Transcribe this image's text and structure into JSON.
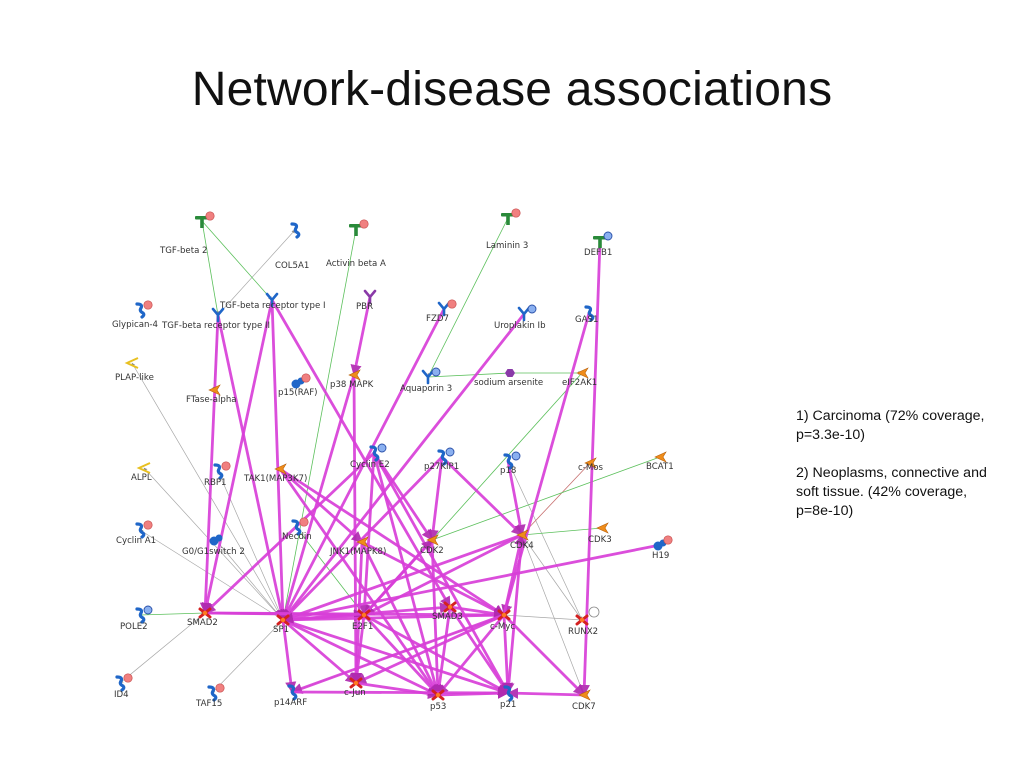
{
  "slide": {
    "title": "Network-disease associations"
  },
  "associations": [
    "1) Carcinoma (72% coverage, p=3.3e-10)",
    "2) Neoplasms, connective and soft tissue. (42% coverage, p=8e-10)"
  ],
  "colors": {
    "strong_edge": "#d83fd8",
    "activation_edge": "#5cc05c",
    "neutral_edge": "#a8a8a8",
    "inhibition_edge": "#c87070",
    "node_blue": "#1f66c8",
    "node_orange": "#ef8c1a",
    "node_red": "#d42020",
    "node_green": "#2a8a3a",
    "node_purple": "#8a3aa8",
    "node_yellow": "#e8c020",
    "marker_pink": "#f08080"
  },
  "network": {
    "nodes": [
      {
        "id": "tgfb2",
        "label": "TGF-beta 2",
        "icon": "green-tee",
        "marker": "red"
      },
      {
        "id": "col5a1",
        "label": "COL5A1",
        "icon": "blue-hook",
        "marker": "none"
      },
      {
        "id": "activinb",
        "label": "Activin beta A",
        "icon": "green-tee",
        "marker": "red"
      },
      {
        "id": "laminin3",
        "label": "Laminin 3",
        "icon": "green-tee",
        "marker": "red"
      },
      {
        "id": "defb1",
        "label": "DEFB1",
        "icon": "green-tee",
        "marker": "blue"
      },
      {
        "id": "tgfbr1",
        "label": "TGF-beta receptor type I",
        "icon": "blue-receptor",
        "marker": "none"
      },
      {
        "id": "glypican4",
        "label": "Glypican-4",
        "icon": "blue-hook",
        "marker": "red"
      },
      {
        "id": "tgfbr2",
        "label": "TGF-beta receptor type II",
        "icon": "blue-receptor",
        "marker": "none"
      },
      {
        "id": "pbr",
        "label": "PBR",
        "icon": "purple-receptor",
        "marker": "none"
      },
      {
        "id": "fzd7",
        "label": "FZD7",
        "icon": "blue-receptor",
        "marker": "red"
      },
      {
        "id": "uroplakin",
        "label": "Uroplakin Ib",
        "icon": "blue-receptor",
        "marker": "blue"
      },
      {
        "id": "gas1",
        "label": "GAS1",
        "icon": "blue-hook",
        "marker": "none"
      },
      {
        "id": "plaplike",
        "label": "PLAP-like",
        "icon": "yellow-chevron",
        "marker": "none"
      },
      {
        "id": "ftasealpha",
        "label": "FTase-alpha",
        "icon": "orange-chevron",
        "marker": "none"
      },
      {
        "id": "p15raf",
        "label": "p15(RAF)",
        "icon": "blue-blob",
        "marker": "red"
      },
      {
        "id": "p38",
        "label": "p38 MAPK",
        "icon": "orange-chevron",
        "marker": "none"
      },
      {
        "id": "aquaporin3",
        "label": "Aquaporin 3",
        "icon": "blue-receptor",
        "marker": "blue"
      },
      {
        "id": "arsenite",
        "label": "sodium arsenite",
        "icon": "purple-hex",
        "marker": "none"
      },
      {
        "id": "eif2ak1",
        "label": "eIF2AK1",
        "icon": "orange-chevron",
        "marker": "none"
      },
      {
        "id": "alpl",
        "label": "ALPL",
        "icon": "yellow-chevron",
        "marker": "none"
      },
      {
        "id": "rbp1",
        "label": "RBP1",
        "icon": "blue-hook",
        "marker": "red"
      },
      {
        "id": "tak1",
        "label": "TAK1(MAP3K7)",
        "icon": "orange-chevron",
        "marker": "none"
      },
      {
        "id": "cycline2",
        "label": "Cyclin E2",
        "icon": "blue-hook",
        "marker": "blue"
      },
      {
        "id": "p27kip1",
        "label": "p27KIP1",
        "icon": "blue-hook",
        "marker": "blue"
      },
      {
        "id": "p18",
        "label": "p18",
        "icon": "blue-hook",
        "marker": "blue"
      },
      {
        "id": "cmos",
        "label": "c-Mos",
        "icon": "orange-chevron",
        "marker": "none"
      },
      {
        "id": "bcat1",
        "label": "BCAT1",
        "icon": "orange-chevron",
        "marker": "none"
      },
      {
        "id": "cyclina1",
        "label": "Cyclin A1",
        "icon": "blue-hook",
        "marker": "red"
      },
      {
        "id": "g0g1switch2",
        "label": "G0/G1switch 2",
        "icon": "blue-blob",
        "marker": "none"
      },
      {
        "id": "necdin",
        "label": "Necdin",
        "icon": "blue-hook",
        "marker": "red"
      },
      {
        "id": "jnk1",
        "label": "JNK1(MAPK8)",
        "icon": "orange-chevron",
        "marker": "none"
      },
      {
        "id": "cdk2",
        "label": "CDK2",
        "icon": "orange-chevron",
        "marker": "none"
      },
      {
        "id": "cdk4",
        "label": "CDK4",
        "icon": "orange-chevron",
        "marker": "none"
      },
      {
        "id": "cdk3",
        "label": "CDK3",
        "icon": "orange-chevron",
        "marker": "none"
      },
      {
        "id": "h19",
        "label": "H19",
        "icon": "blue-blob",
        "marker": "red"
      },
      {
        "id": "pole2",
        "label": "POLE2",
        "icon": "blue-hook",
        "marker": "blue"
      },
      {
        "id": "smad2",
        "label": "SMAD2",
        "icon": "red-x",
        "marker": "none"
      },
      {
        "id": "sp1",
        "label": "SP1",
        "icon": "red-x",
        "marker": "none"
      },
      {
        "id": "e2f1",
        "label": "E2F1",
        "icon": "red-x",
        "marker": "none"
      },
      {
        "id": "smad3",
        "label": "SMAD3",
        "icon": "red-x",
        "marker": "none"
      },
      {
        "id": "cmyc",
        "label": "c-Myc",
        "icon": "red-x",
        "marker": "none"
      },
      {
        "id": "runx2",
        "label": "RUNX2",
        "icon": "red-x",
        "marker": "none"
      },
      {
        "id": "id4",
        "label": "ID4",
        "icon": "blue-hook",
        "marker": "red"
      },
      {
        "id": "taf15",
        "label": "TAF15",
        "icon": "blue-hook",
        "marker": "red"
      },
      {
        "id": "p14arf",
        "label": "p14ARF",
        "icon": "blue-hook",
        "marker": "none"
      },
      {
        "id": "cjun",
        "label": "c-Jun",
        "icon": "red-x",
        "marker": "none"
      },
      {
        "id": "p53",
        "label": "p53",
        "icon": "red-x",
        "marker": "none"
      },
      {
        "id": "p21",
        "label": "p21",
        "icon": "blue-hook",
        "marker": "none"
      },
      {
        "id": "cdk7",
        "label": "CDK7",
        "icon": "orange-chevron",
        "marker": "none"
      }
    ],
    "edges": [
      {
        "from": "tgfbr1",
        "to": "smad2",
        "kind": "strong"
      },
      {
        "from": "tgfbr1",
        "to": "sp1",
        "kind": "strong"
      },
      {
        "from": "tgfbr1",
        "to": "smad3",
        "kind": "strong"
      },
      {
        "from": "tgfbr2",
        "to": "smad2",
        "kind": "strong"
      },
      {
        "from": "tgfbr2",
        "to": "sp1",
        "kind": "strong"
      },
      {
        "from": "pbr",
        "to": "p38",
        "kind": "strong"
      },
      {
        "from": "p38",
        "to": "sp1",
        "kind": "strong"
      },
      {
        "from": "p38",
        "to": "cjun",
        "kind": "strong"
      },
      {
        "from": "fzd7",
        "to": "sp1",
        "kind": "strong"
      },
      {
        "from": "uroplakin",
        "to": "sp1",
        "kind": "strong"
      },
      {
        "from": "defb1",
        "to": "cdk7",
        "kind": "strong"
      },
      {
        "from": "gas1",
        "to": "cmyc",
        "kind": "strong"
      },
      {
        "from": "cycline2",
        "to": "cdk2",
        "kind": "strong"
      },
      {
        "from": "cycline2",
        "to": "smad2",
        "kind": "strong"
      },
      {
        "from": "cycline2",
        "to": "e2f1",
        "kind": "strong"
      },
      {
        "from": "cycline2",
        "to": "p53",
        "kind": "strong"
      },
      {
        "from": "cycline2",
        "to": "p21",
        "kind": "strong"
      },
      {
        "from": "tak1",
        "to": "jnk1",
        "kind": "strong"
      },
      {
        "from": "tak1",
        "to": "p53",
        "kind": "strong"
      },
      {
        "from": "tak1",
        "to": "cmyc",
        "kind": "strong"
      },
      {
        "from": "p27kip1",
        "to": "cdk2",
        "kind": "strong"
      },
      {
        "from": "p27kip1",
        "to": "cdk4",
        "kind": "strong"
      },
      {
        "from": "p27kip1",
        "to": "sp1",
        "kind": "strong"
      },
      {
        "from": "p18",
        "to": "cdk4",
        "kind": "strong"
      },
      {
        "from": "cdk4",
        "to": "sp1",
        "kind": "strong"
      },
      {
        "from": "cdk4",
        "to": "e2f1",
        "kind": "strong"
      },
      {
        "from": "cdk4",
        "to": "p21",
        "kind": "strong"
      },
      {
        "from": "cdk2",
        "to": "p53",
        "kind": "strong"
      },
      {
        "from": "cdk2",
        "to": "e2f1",
        "kind": "strong"
      },
      {
        "from": "jnk1",
        "to": "cjun",
        "kind": "strong"
      },
      {
        "from": "jnk1",
        "to": "p53",
        "kind": "strong"
      },
      {
        "from": "jnk1",
        "to": "cmyc",
        "kind": "strong"
      },
      {
        "from": "smad2",
        "to": "e2f1",
        "kind": "strong"
      },
      {
        "from": "smad2",
        "to": "cmyc",
        "kind": "strong"
      },
      {
        "from": "sp1",
        "to": "e2f1",
        "kind": "strong"
      },
      {
        "from": "sp1",
        "to": "smad3",
        "kind": "strong"
      },
      {
        "from": "sp1",
        "to": "cmyc",
        "kind": "strong"
      },
      {
        "from": "sp1",
        "to": "cjun",
        "kind": "strong"
      },
      {
        "from": "sp1",
        "to": "p53",
        "kind": "strong"
      },
      {
        "from": "sp1",
        "to": "p21",
        "kind": "strong"
      },
      {
        "from": "sp1",
        "to": "p14arf",
        "kind": "strong"
      },
      {
        "from": "e2f1",
        "to": "p53",
        "kind": "strong"
      },
      {
        "from": "e2f1",
        "to": "p21",
        "kind": "strong"
      },
      {
        "from": "e2f1",
        "to": "cjun",
        "kind": "strong"
      },
      {
        "from": "e2f1",
        "to": "cdk2",
        "kind": "strong"
      },
      {
        "from": "smad3",
        "to": "p21",
        "kind": "strong"
      },
      {
        "from": "smad3",
        "to": "p53",
        "kind": "strong"
      },
      {
        "from": "smad3",
        "to": "cmyc",
        "kind": "strong"
      },
      {
        "from": "cmyc",
        "to": "p21",
        "kind": "strong"
      },
      {
        "from": "cmyc",
        "to": "p53",
        "kind": "strong"
      },
      {
        "from": "cmyc",
        "to": "cdk7",
        "kind": "strong"
      },
      {
        "from": "cmyc",
        "to": "cdk4",
        "kind": "strong"
      },
      {
        "from": "cmyc",
        "to": "cjun",
        "kind": "strong"
      },
      {
        "from": "cmyc",
        "to": "p14arf",
        "kind": "strong"
      },
      {
        "from": "h19",
        "to": "sp1",
        "kind": "strong"
      },
      {
        "from": "cdk7",
        "to": "p21",
        "kind": "strong"
      },
      {
        "from": "p53",
        "to": "p21",
        "kind": "strong"
      },
      {
        "from": "cjun",
        "to": "p53",
        "kind": "strong"
      },
      {
        "from": "p14arf",
        "to": "p21",
        "kind": "strong"
      },
      {
        "from": "tgfb2",
        "to": "tgfbr1",
        "kind": "activation"
      },
      {
        "from": "tgfb2",
        "to": "tgfbr2",
        "kind": "activation"
      },
      {
        "from": "activinb",
        "to": "sp1",
        "kind": "activation"
      },
      {
        "from": "laminin3",
        "to": "aquaporin3",
        "kind": "activation"
      },
      {
        "from": "aquaporin3",
        "to": "arsenite",
        "kind": "activation"
      },
      {
        "from": "arsenite",
        "to": "eif2ak1",
        "kind": "activation"
      },
      {
        "from": "eif2ak1",
        "to": "cdk2",
        "kind": "activation"
      },
      {
        "from": "bcat1",
        "to": "cdk2",
        "kind": "activation"
      },
      {
        "from": "cdk3",
        "to": "cdk4",
        "kind": "activation"
      },
      {
        "from": "pole2",
        "to": "smad2",
        "kind": "activation"
      },
      {
        "from": "necdin",
        "to": "e2f1",
        "kind": "activation"
      },
      {
        "from": "tgfbr2",
        "to": "col5a1",
        "kind": "neutral"
      },
      {
        "from": "tgfbr2",
        "to": "ftasealpha",
        "kind": "neutral"
      },
      {
        "from": "sp1",
        "to": "plaplike",
        "kind": "neutral"
      },
      {
        "from": "sp1",
        "to": "alpl",
        "kind": "neutral"
      },
      {
        "from": "sp1",
        "to": "rbp1",
        "kind": "neutral"
      },
      {
        "from": "sp1",
        "to": "cyclina1",
        "kind": "neutral"
      },
      {
        "from": "sp1",
        "to": "g0g1switch2",
        "kind": "neutral"
      },
      {
        "from": "sp1",
        "to": "taf15",
        "kind": "neutral"
      },
      {
        "from": "smad2",
        "to": "id4",
        "kind": "neutral"
      },
      {
        "from": "cdk4",
        "to": "runx2",
        "kind": "neutral"
      },
      {
        "from": "cmyc",
        "to": "runx2",
        "kind": "neutral"
      },
      {
        "from": "p18",
        "to": "runx2",
        "kind": "neutral"
      },
      {
        "from": "cmos",
        "to": "cdk4",
        "kind": "inhibition"
      },
      {
        "from": "cmyc",
        "to": "p14arf",
        "kind": "neutral"
      },
      {
        "from": "cdk4",
        "to": "cdk7",
        "kind": "neutral"
      }
    ]
  }
}
